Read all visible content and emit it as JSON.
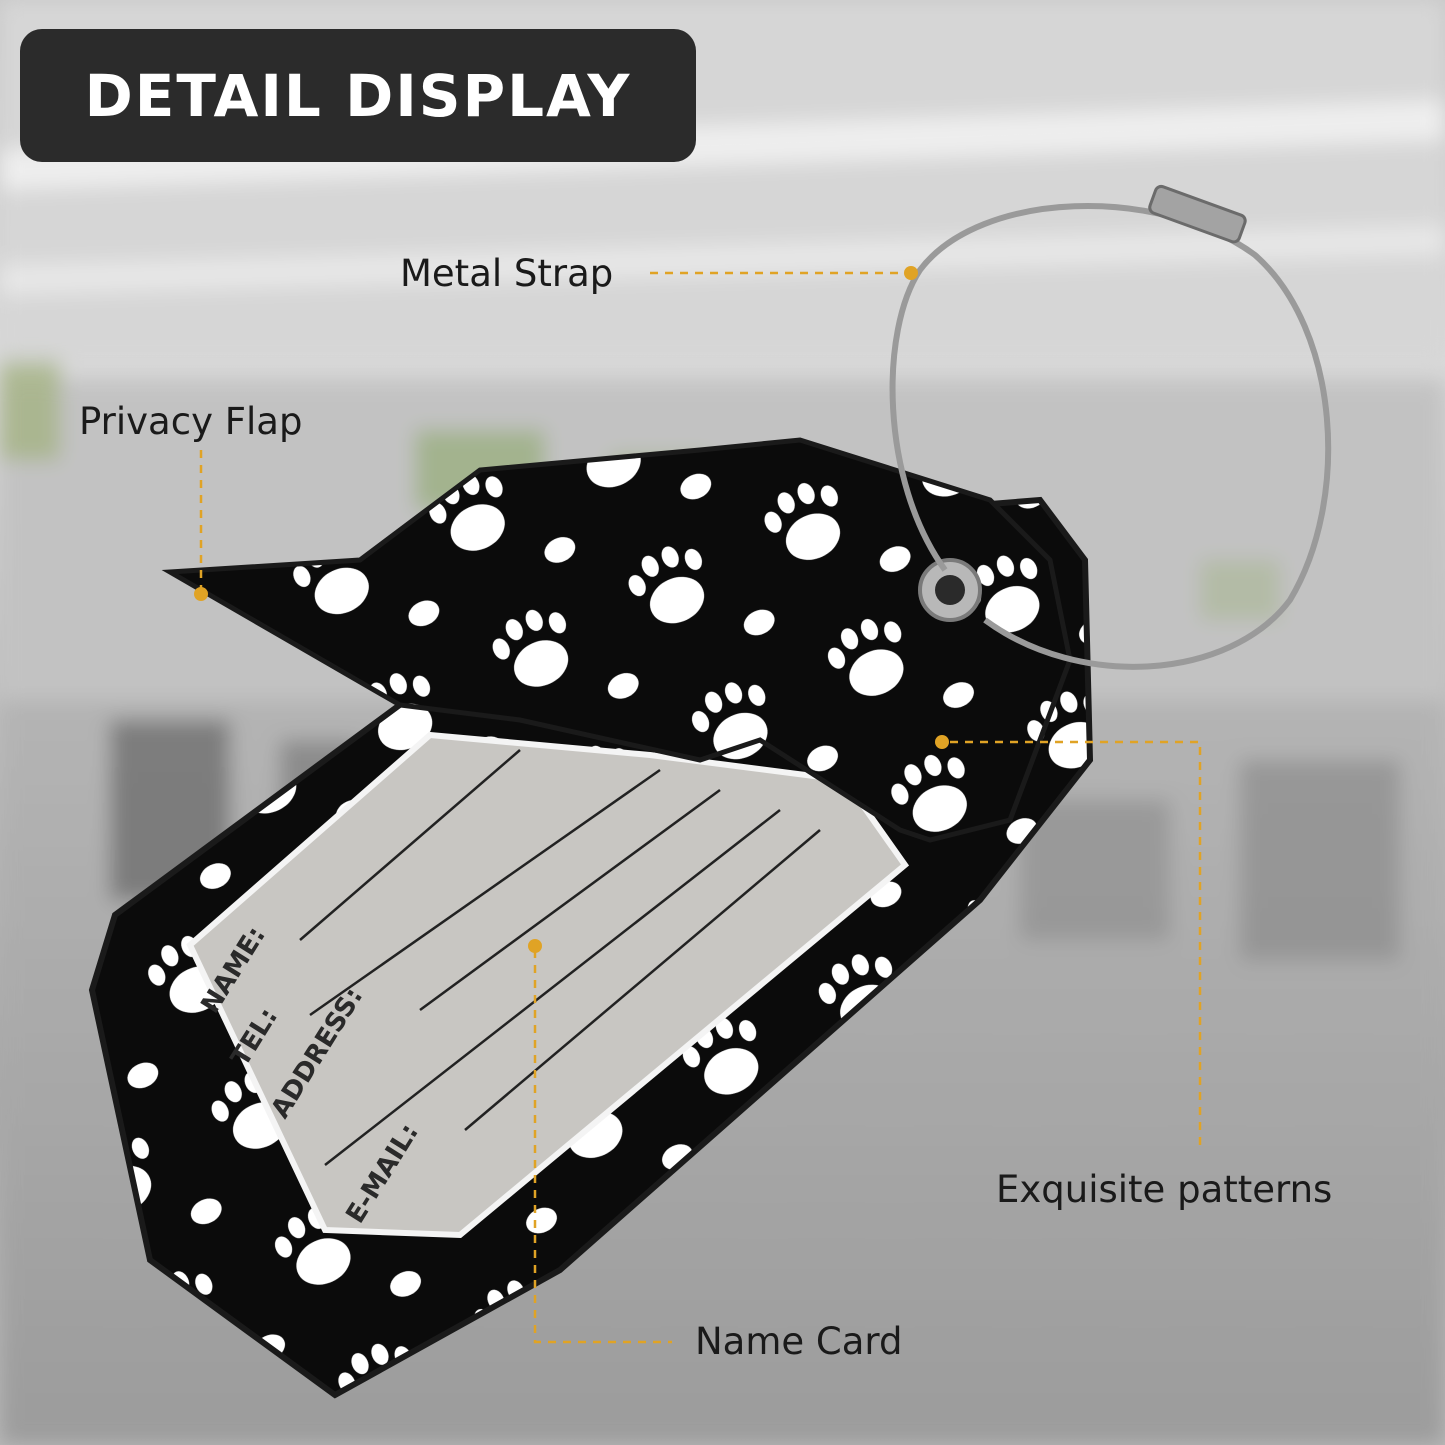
{
  "title": "DETAIL DISPLAY",
  "callouts": {
    "metal_strap": "Metal Strap",
    "privacy_flap": "Privacy Flap",
    "exquisite_patterns": "Exquisite patterns",
    "name_card": "Name Card"
  },
  "card_fields": {
    "name": "NAME:",
    "tel": "TEL:",
    "address": "ADDRESS:",
    "email": "E-MAIL:"
  },
  "colors": {
    "title_background": "#2b2b2b",
    "callout_dot": "#e0a325",
    "tag_body": "#0b0b0b",
    "paw": "#ffffff"
  }
}
